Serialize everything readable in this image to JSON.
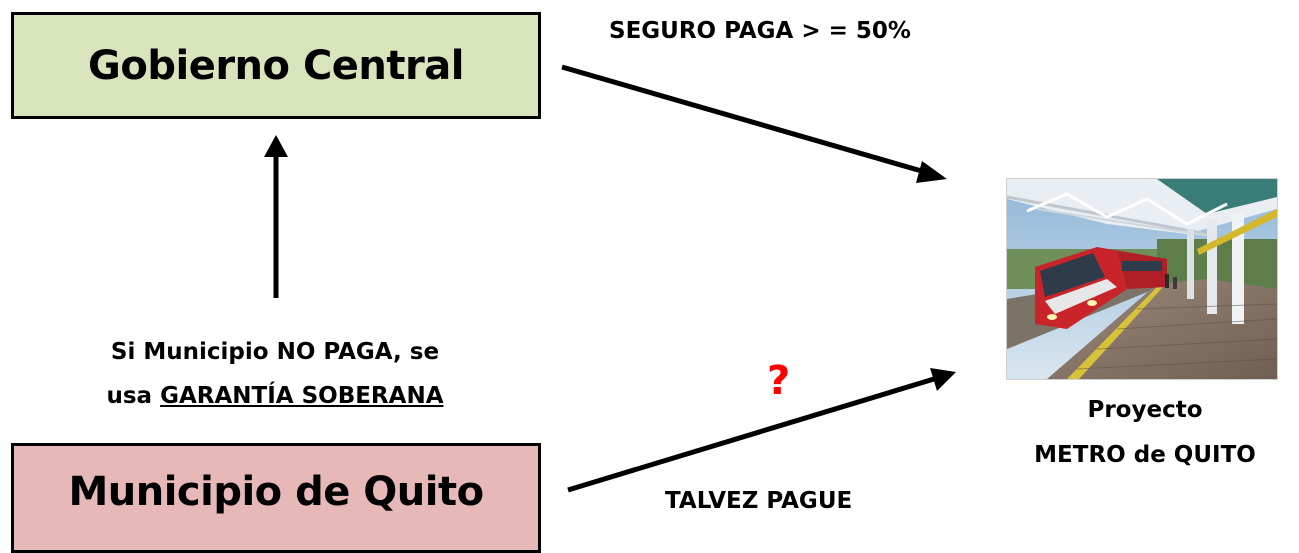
{
  "colors": {
    "gobierno_fill": "#d8e4bc",
    "municipio_fill": "#e6b8b7",
    "question_color": "#ff0000",
    "outline": "#000000"
  },
  "nodes": {
    "gobierno": "Gobierno Central",
    "municipio": "Municipio de Quito",
    "proyecto_line1": "Proyecto",
    "proyecto_line2": "METRO de QUITO"
  },
  "labels": {
    "seguro": "SEGURO PAGA > = 50%",
    "talvez": "TALVEZ PAGUE",
    "question": "?",
    "garantia_line1": "Si Municipio NO PAGA, se",
    "garantia_prefix": "usa ",
    "garantia_underlined": "GARANTÍA SOBERANA"
  },
  "image": {
    "icon": "train-station-photo"
  }
}
